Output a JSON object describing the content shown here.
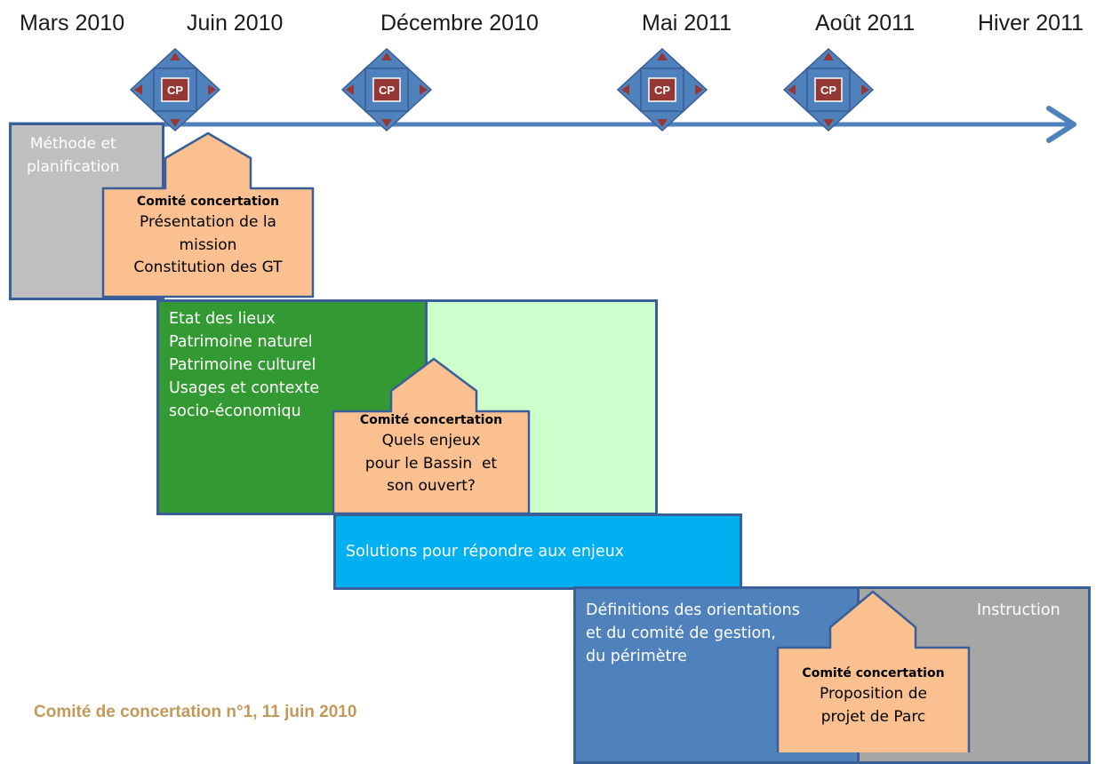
{
  "timeline": {
    "dates": [
      "Mars 2010",
      "Juin 2010",
      "Décembre 2010",
      "Mai 2011",
      "Août 2011",
      "Hiver 2011"
    ],
    "milestone_label": "CP"
  },
  "phases": {
    "methode": {
      "lines": [
        "Méthode et",
        "planification"
      ]
    },
    "etat": {
      "lines": [
        "Etat des lieux",
        "Patrimoine naturel",
        "Patrimoine culturel",
        "Usages et contexte",
        "socio-économiqu"
      ]
    },
    "solutions": {
      "text": "Solutions pour répondre aux enjeux"
    },
    "definitions": {
      "lines": [
        "Définitions des orientations",
        "et du comité de gestion,",
        "du périmètre"
      ]
    },
    "instruction": {
      "text": "Instruction"
    }
  },
  "committees": [
    {
      "title": "Comité concertation",
      "lines": [
        "Présentation de la",
        "mission",
        "Constitution des GT"
      ]
    },
    {
      "title": "Comité concertation",
      "lines": [
        "Quels enjeux",
        "pour le Bassin  et",
        "son ouvert?"
      ]
    },
    {
      "title": "Comité concertation",
      "lines": [
        "Proposition de",
        "projet de Parc"
      ]
    }
  ],
  "footer": "Comité de concertation n°1, 11 juin 2010",
  "colors": {
    "timeline_arrow": "#4f81bd",
    "milestone_fill": "#953735",
    "committee_fill": "#fac090",
    "methode_fill": "#bfbfbf",
    "etat_fill": "#339933",
    "etat_light_fill": "#ccffcc",
    "solutions_fill": "#00b0f0",
    "definitions_fill": "#4f81bd",
    "instruction_fill": "#a6a6a6",
    "footer_text": "#c3995a"
  }
}
